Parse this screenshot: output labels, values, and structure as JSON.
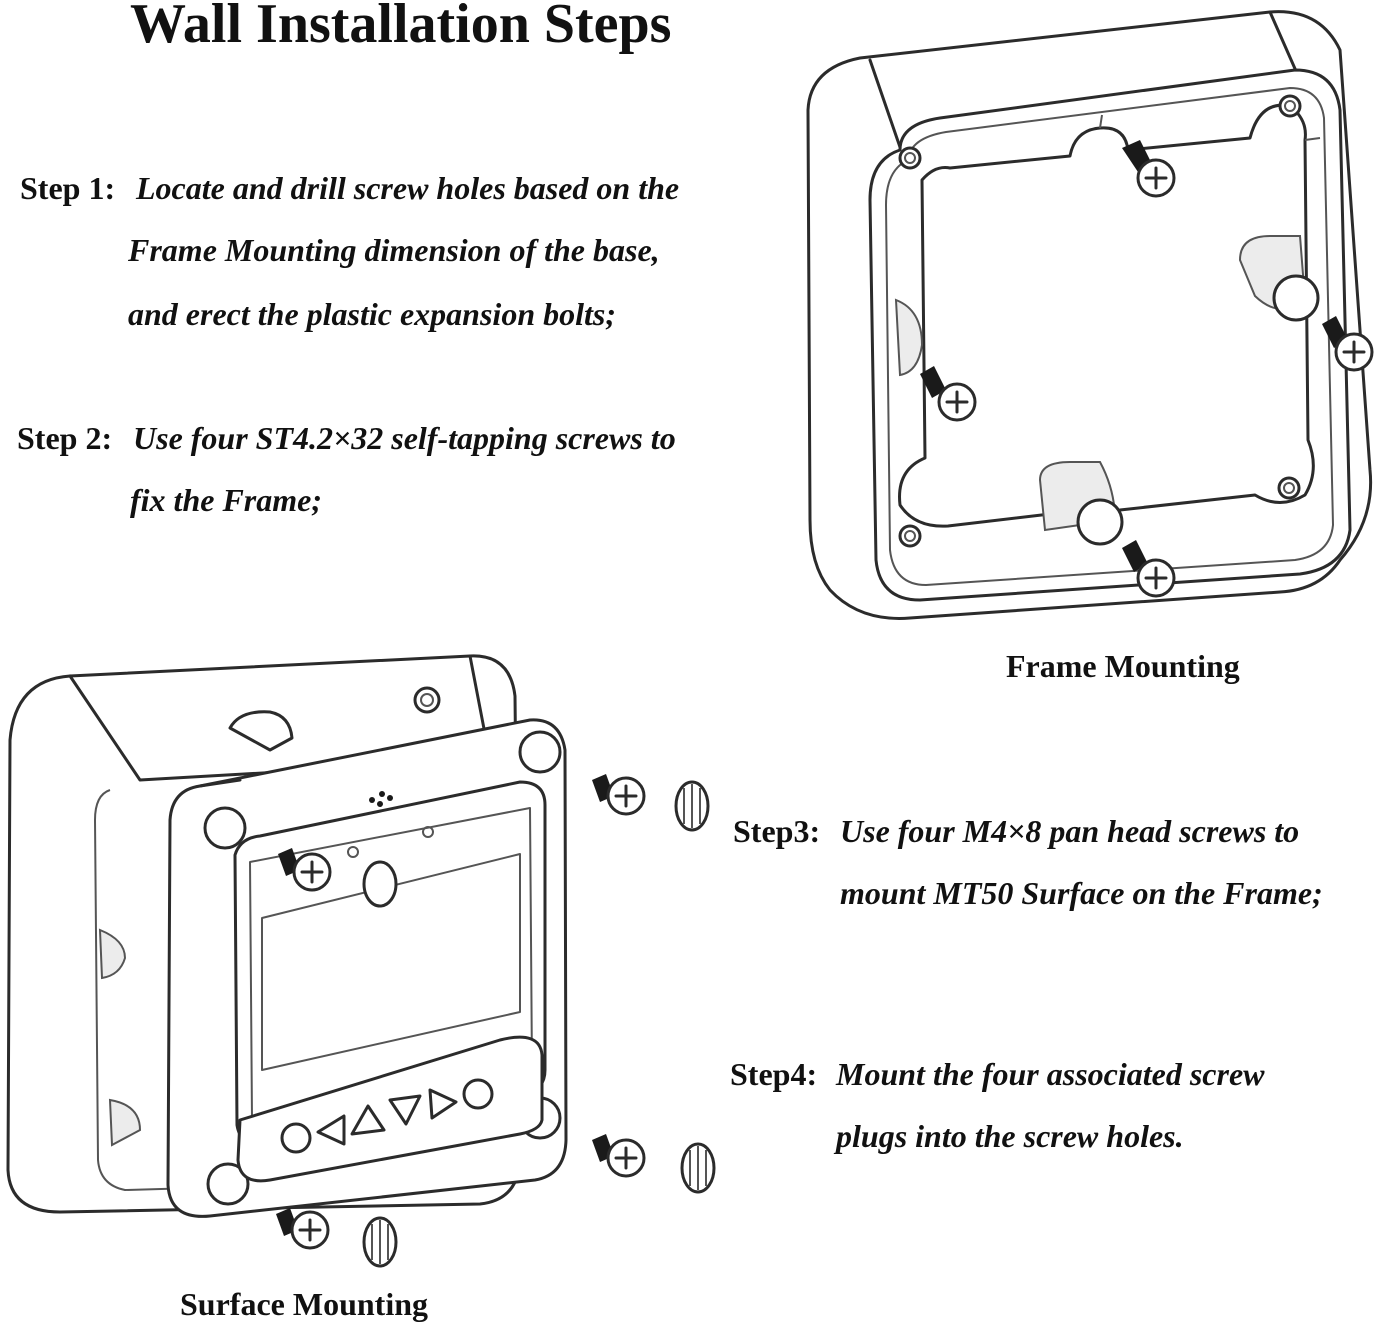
{
  "title": "Wall Installation Steps",
  "steps": [
    {
      "label": "Step 1:",
      "lines": [
        "Locate and drill screw holes based on the",
        "Frame Mounting dimension of the base,",
        "and erect the plastic expansion bolts;"
      ]
    },
    {
      "label": "Step 2:",
      "lines": [
        "Use four ST4.2×32 self-tapping screws to",
        "fix the Frame;"
      ]
    },
    {
      "label": "Step3:",
      "lines": [
        "Use four M4×8 pan head screws to",
        "mount MT50 Surface on the Frame;"
      ]
    },
    {
      "label": "Step4:",
      "lines": [
        "Mount the four associated screw",
        "plugs into the screw holes."
      ]
    }
  ],
  "captions": {
    "frame": "Frame Mounting",
    "surface": "Surface Mounting"
  },
  "icons": [
    "self-tapping-screw-icon",
    "pan-head-screw-icon",
    "screw-plug-icon",
    "arrow-left-button-icon",
    "arrow-up-button-icon",
    "arrow-down-button-icon",
    "arrow-right-button-icon"
  ]
}
